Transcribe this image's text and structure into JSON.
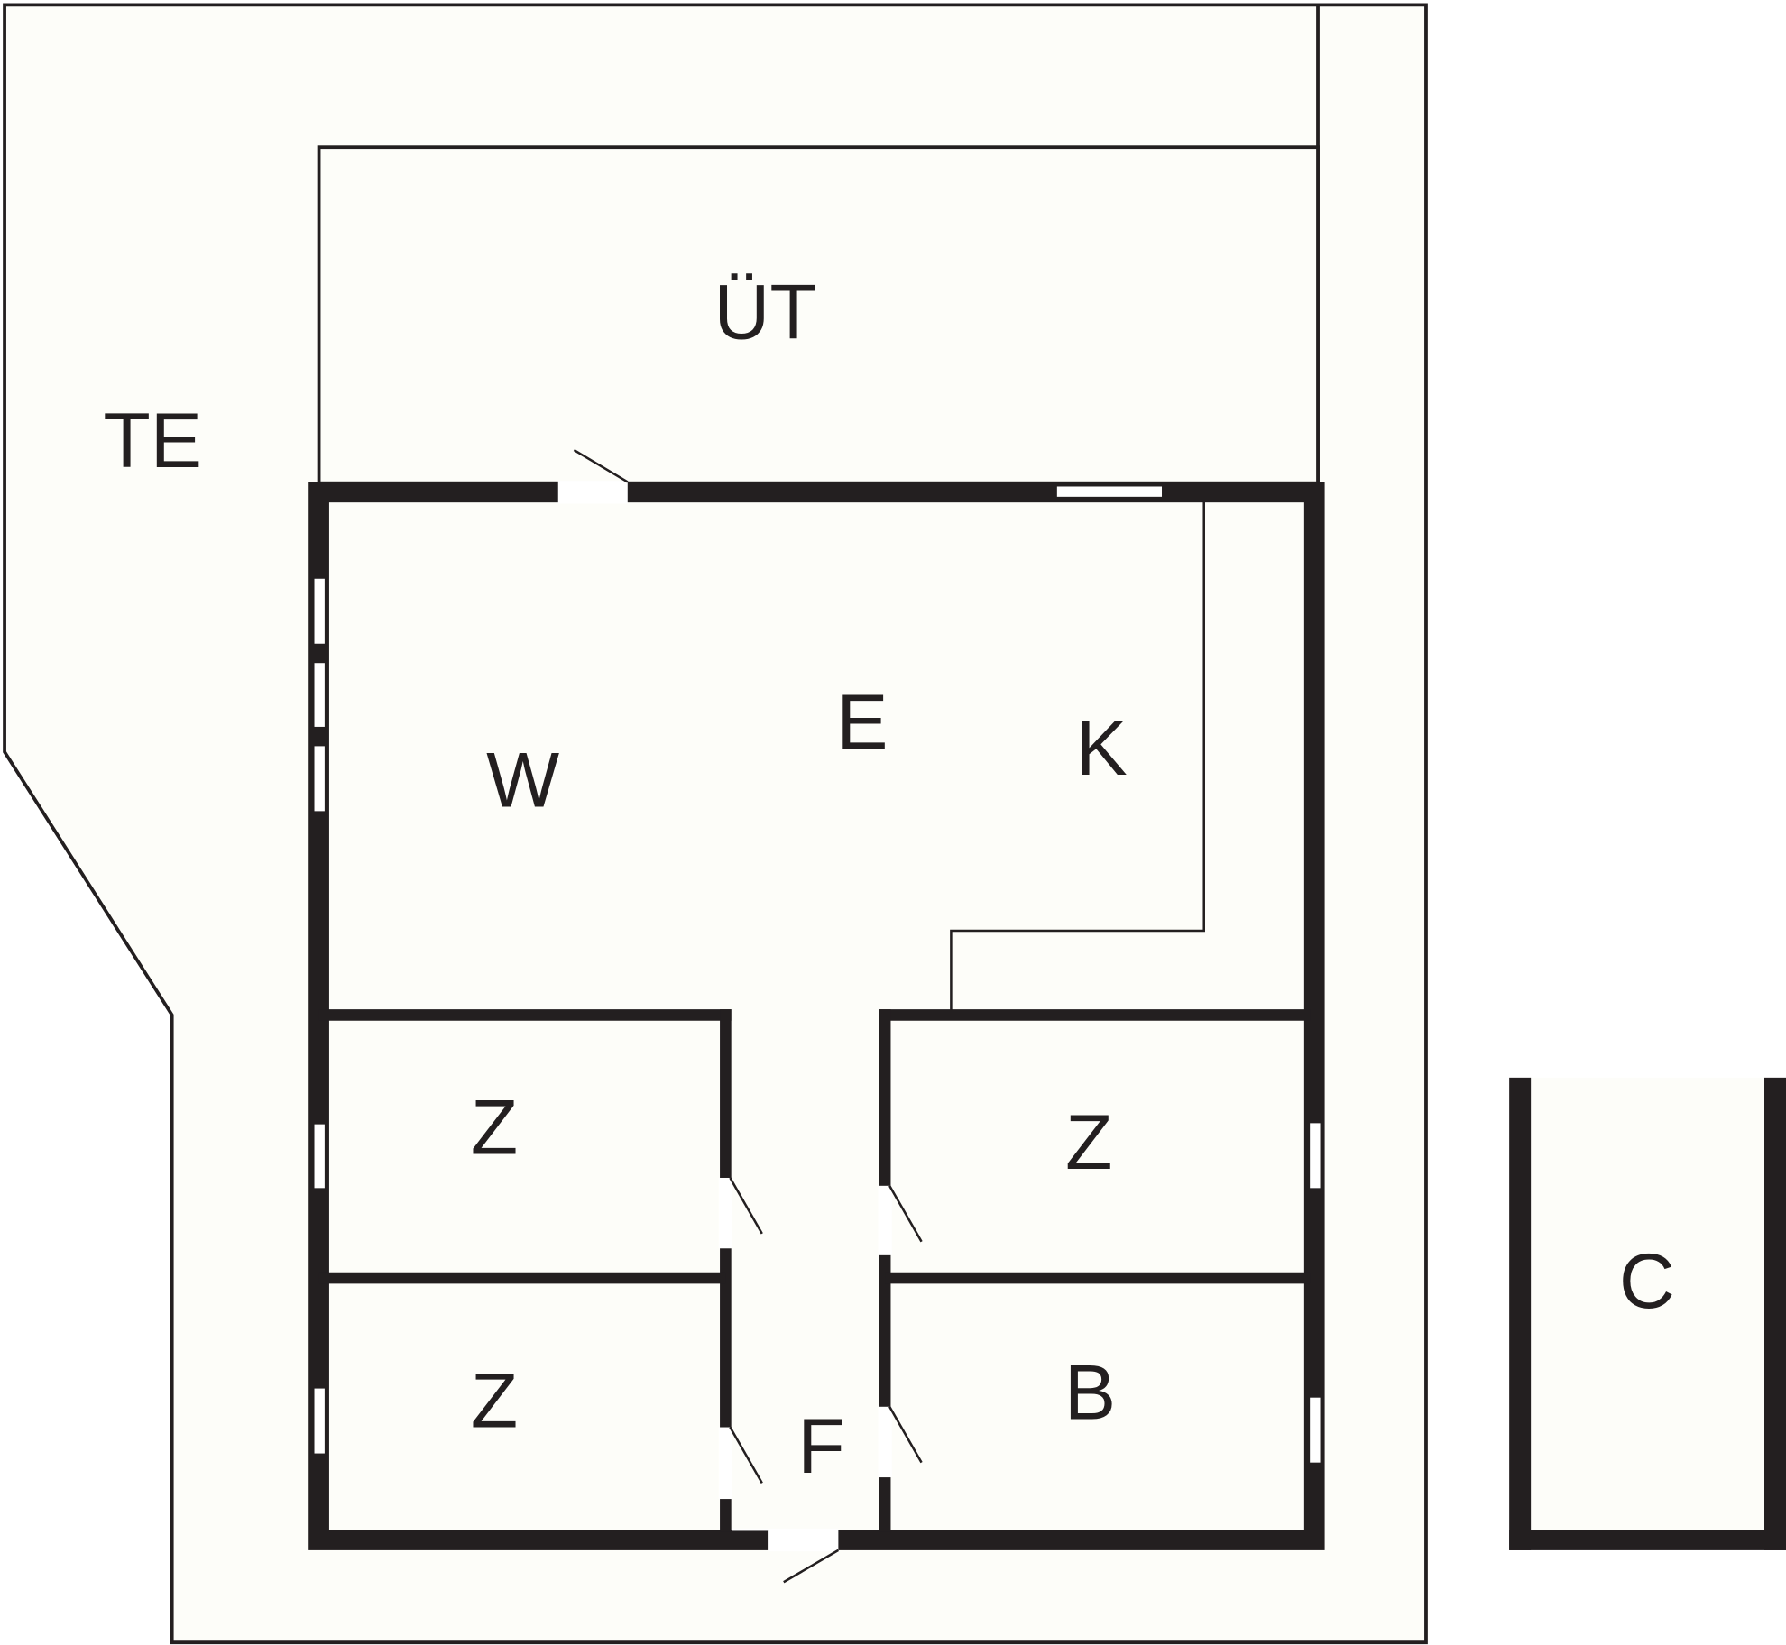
{
  "plan": {
    "colors": {
      "wall": "#231f20",
      "fill": "#fdfdf9",
      "opening": "#ffffff"
    },
    "rooms": {
      "terrace": "TE",
      "covered_terrace": "ÜT",
      "dining": "E",
      "living": "W",
      "kitchen": "K",
      "bedroom_1": "Z",
      "bedroom_2": "Z",
      "bedroom_3": "Z",
      "hallway": "F",
      "bathroom": "B",
      "carport": "C"
    }
  }
}
